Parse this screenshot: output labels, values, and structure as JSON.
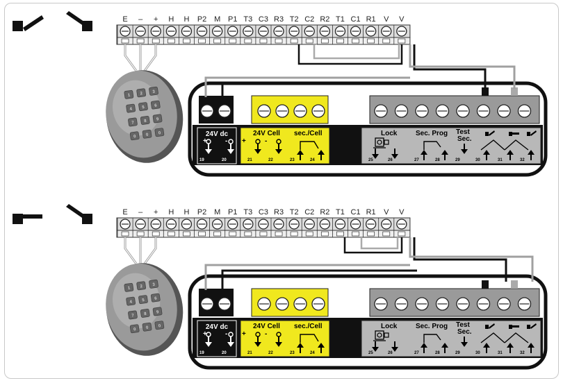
{
  "terminal_labels": [
    "E",
    "–",
    "+",
    "H",
    "H",
    "P2",
    "M",
    "P1",
    "T3",
    "C3",
    "R3",
    "T2",
    "C2",
    "R2",
    "T1",
    "C1",
    "R1",
    "V",
    "V"
  ],
  "board": {
    "power_label": "24V dc",
    "power_pins": [
      "19",
      "20"
    ],
    "cell_label": "24V Cell",
    "cell_pins": [
      "21",
      "22"
    ],
    "sec_cell_label": "sec./Cell",
    "sec_cell_pins": [
      "23",
      "24"
    ],
    "lock_label": "Lock",
    "lock_pins": [
      "25",
      "26"
    ],
    "sec_prog_label": "Sec. Prog",
    "sec_prog_pins": [
      "27",
      "28"
    ],
    "test_sec_label": [
      "Test",
      "Sec."
    ],
    "test_pin": "29",
    "limit_pins": [
      "30",
      "31",
      "32"
    ]
  },
  "keypad_digits": [
    "1",
    "2",
    "3",
    "4",
    "5",
    "6",
    "7",
    "8",
    "9",
    "0",
    "0",
    "0"
  ],
  "colors": {
    "yellow": "#f0e81e",
    "grey": "#9a9a9a",
    "black": "#111111",
    "wire_grey": "#a0a0a0"
  },
  "icons": [
    "gate-closed-icon",
    "gate-open-icon",
    "keypad-icon",
    "lock-icon"
  ]
}
